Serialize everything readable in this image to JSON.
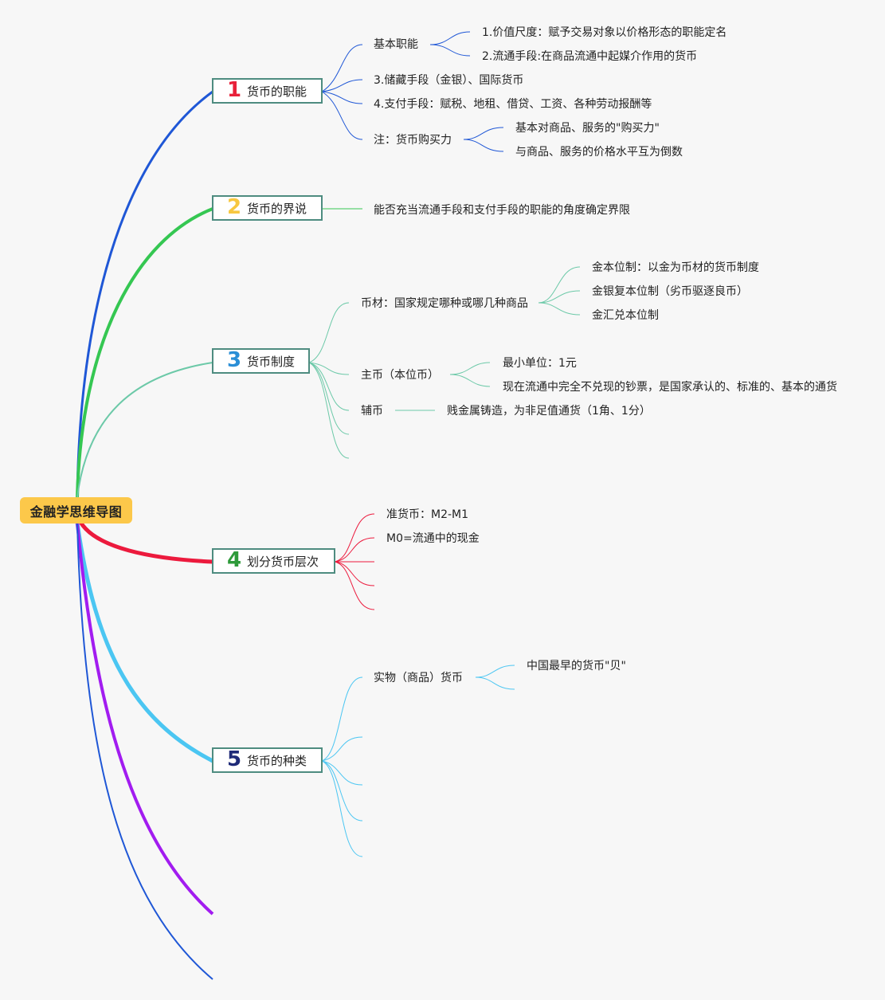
{
  "root": {
    "label": "金融学思维导图"
  },
  "colors": {
    "blue": "#1f57d6",
    "green": "#35c752",
    "teal": "#6cc9a8",
    "red": "#ec1a3d",
    "sky": "#4bc6f2",
    "purple": "#a21cf0",
    "num1": "#e8213a",
    "num2": "#f7c740",
    "num3": "#2a8ed6",
    "num4": "#2e9a3a",
    "num5": "#1e2a78"
  },
  "branches": [
    {
      "num": "1",
      "label": "货币的职能",
      "children": {
        "basic": {
          "label": "基本职能",
          "items": [
            "1.价值尺度：赋予交易对象以价格形态的职能定名",
            "2.流通手段:在商品流通中起媒介作用的货币"
          ]
        },
        "store": "3.储藏手段（金银）、国际货币",
        "pay": "4.支付手段：赋税、地租、借贷、工资、各种劳动报酬等",
        "note": {
          "label": "注：货币购买力",
          "items": [
            "基本对商品、服务的\"购买力\"",
            "与商品、服务的价格水平互为倒数"
          ]
        }
      }
    },
    {
      "num": "2",
      "label": "货币的界说",
      "children": {
        "text": "能否充当流通手段和支付手段的职能的角度确定界限"
      }
    },
    {
      "num": "3",
      "label": "货币制度",
      "children": {
        "material": {
          "label": "币材：国家规定哪种或哪几种商品",
          "items": [
            "金本位制：以金为币材的货币制度",
            "金银复本位制（劣币驱逐良币）",
            "金汇兑本位制"
          ]
        },
        "main": {
          "label": "主币（本位币）",
          "items": [
            "最小单位：1元",
            "现在流通中完全不兑现的钞票，是国家承认的、标准的、基本的通货"
          ]
        },
        "aux": {
          "label": "辅币",
          "items": [
            "贱金属铸造，为非足值通货（1角、1分）"
          ]
        }
      }
    },
    {
      "num": "4",
      "label": "划分货币层次",
      "children": {
        "items": [
          "准货币：M2-M1",
          "M0=流通中的现金"
        ]
      }
    },
    {
      "num": "5",
      "label": "货币的种类",
      "children": {
        "real": {
          "label": "实物（商品）货币",
          "items": [
            "中国最早的货币\"贝\""
          ]
        }
      }
    }
  ]
}
